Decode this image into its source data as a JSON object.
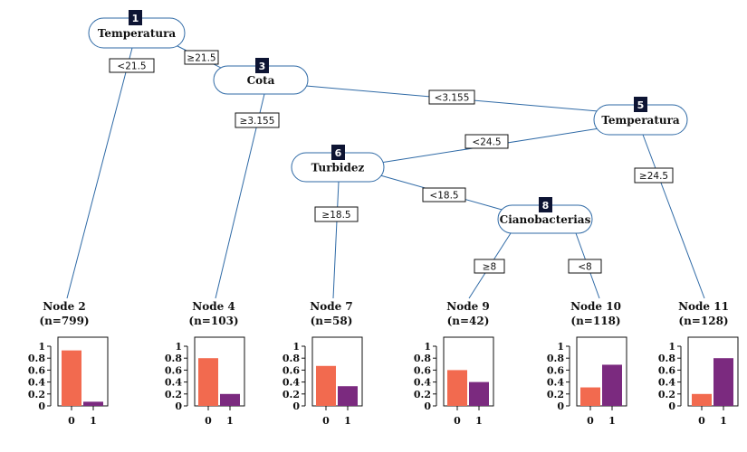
{
  "colors": {
    "class0": "#f26a4f",
    "class1": "#7b2a7f",
    "edge": "#2f6aa6",
    "id_badge": "#0d1433"
  },
  "inner_nodes": [
    {
      "id": "1",
      "label": "Temperatura"
    },
    {
      "id": "3",
      "label": "Cota"
    },
    {
      "id": "5",
      "label": "Temperatura"
    },
    {
      "id": "6",
      "label": "Turbidez"
    },
    {
      "id": "8",
      "label": "Cianobacterias"
    }
  ],
  "edge_labels": [
    "<21.5",
    "≥21.5",
    "≥3.155",
    "<3.155",
    "<24.5",
    "≥24.5",
    "≥18.5",
    "<18.5",
    "≥8",
    "<8"
  ],
  "leaves": [
    {
      "title": "Node 2",
      "n": "(n=799)",
      "values": [
        0.93,
        0.07
      ]
    },
    {
      "title": "Node 4",
      "n": "(n=103)",
      "values": [
        0.8,
        0.2
      ]
    },
    {
      "title": "Node 7",
      "n": "(n=58)",
      "values": [
        0.67,
        0.33
      ]
    },
    {
      "title": "Node 9",
      "n": "(n=42)",
      "values": [
        0.6,
        0.4
      ]
    },
    {
      "title": "Node 10",
      "n": "(n=118)",
      "values": [
        0.31,
        0.69
      ]
    },
    {
      "title": "Node 11",
      "n": "(n=128)",
      "values": [
        0.2,
        0.8
      ]
    }
  ],
  "y_ticks": [
    "0",
    "0.2",
    "0.4",
    "0.6",
    "0.8",
    "1"
  ],
  "x_categories": [
    "0",
    "1"
  ]
}
